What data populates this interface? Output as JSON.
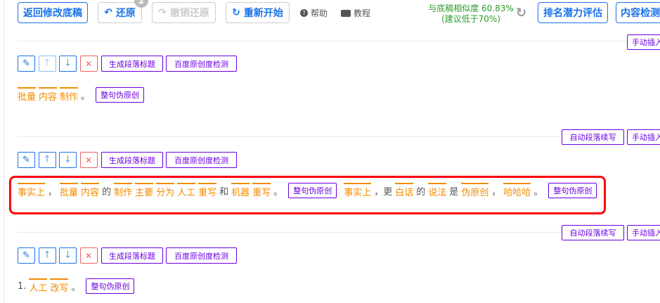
{
  "toolbar": {
    "back": "返回修改底稿",
    "undo": "还原",
    "undo_badge": "2",
    "redo": "撤销还原",
    "restart": "重新开始",
    "help": "帮助",
    "tutorial": "教程",
    "similarity_line1": "与底稿相似度 60.83%",
    "similarity_line2": "(建议低于70%)",
    "rank": "排名潜力评估",
    "content_check": "内容检测"
  },
  "block_tools": {
    "gen_title": "生成段落标题",
    "baidu_check": "百度原创度检测",
    "rewrite": "整句伪原创",
    "auto_continue": "自动段落续写",
    "manual_insert": "手动插入"
  },
  "colors": {
    "accent": "#1a73e8",
    "purple": "#6a00e0",
    "highlight": "#f08c00",
    "similarity": "#2c9a2c",
    "selection": "#ff0000"
  },
  "paragraphs": [
    {
      "sentences": [
        [
          {
            "t": "批量",
            "h": 1
          },
          {
            "t": "内容",
            "h": 1
          },
          {
            "t": "制作",
            "h": 1
          },
          {
            "t": "。",
            "h": 0
          }
        ]
      ]
    },
    {
      "sentences": [
        [
          {
            "t": "事实上",
            "h": 1
          },
          {
            "t": "，",
            "h": 0
          },
          {
            "t": "批量",
            "h": 1
          },
          {
            "t": "内容",
            "h": 1
          },
          {
            "t": "的",
            "h": 0
          },
          {
            "t": "制作",
            "h": 1
          },
          {
            "t": "主要",
            "h": 1
          },
          {
            "t": "分为",
            "h": 1
          },
          {
            "t": "人工",
            "h": 1
          },
          {
            "t": "重写",
            "h": 1
          },
          {
            "t": "和",
            "h": 0
          },
          {
            "t": "机器",
            "h": 1
          },
          {
            "t": "重写",
            "h": 1
          },
          {
            "t": "。",
            "h": 0
          }
        ],
        [
          {
            "t": "事实上",
            "h": 1
          },
          {
            "t": "，更",
            "h": 0
          },
          {
            "t": "白话",
            "h": 1
          },
          {
            "t": "的",
            "h": 0
          },
          {
            "t": "说法",
            "h": 1
          },
          {
            "t": "是",
            "h": 0
          },
          {
            "t": "伪原创",
            "h": 1
          },
          {
            "t": "，",
            "h": 0
          },
          {
            "t": "哈哈哈",
            "h": 1
          },
          {
            "t": "。",
            "h": 0
          }
        ]
      ]
    },
    {
      "sentences": [
        [
          {
            "t": "1.",
            "h": 0
          },
          {
            "t": "人工",
            "h": 1
          },
          {
            "t": "改写",
            "h": 1
          },
          {
            "t": "。",
            "h": 0
          }
        ]
      ]
    }
  ]
}
